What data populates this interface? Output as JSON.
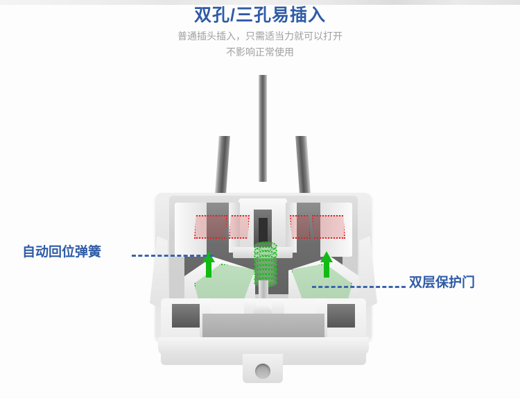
{
  "page": {
    "background_color": "#fdfdfd",
    "accent_color": "#2e5ba6",
    "highlight_red": "#e02020",
    "highlight_green": "#12b312"
  },
  "header": {
    "title": "双孔/三孔易插入",
    "subtitle_line_1": "普通插头插入，只需适当力就可以打开",
    "subtitle_line_2": "不影响正常使用"
  },
  "callouts": {
    "left": {
      "label": "自动回位弹簧",
      "connector": "dashed-line"
    },
    "right": {
      "label": "双层保护门",
      "connector": "dashed-line"
    }
  },
  "illustration": {
    "name": "power-socket-cutaway",
    "parts": {
      "plug_prong_center": "center-prong",
      "plug_prong_left": "left-prong",
      "plug_prong_right": "right-prong",
      "spring": "return-spring",
      "door_left": "protection-door-left",
      "door_right": "protection-door-right",
      "arrow_left": "up-arrow-left",
      "arrow_right": "up-arrow-right",
      "contact_zone_1": "contact-highlight",
      "contact_zone_2": "contact-highlight",
      "contact_zone_3": "contact-highlight",
      "contact_zone_4": "contact-highlight",
      "mount_tab": "mounting-tab"
    }
  }
}
